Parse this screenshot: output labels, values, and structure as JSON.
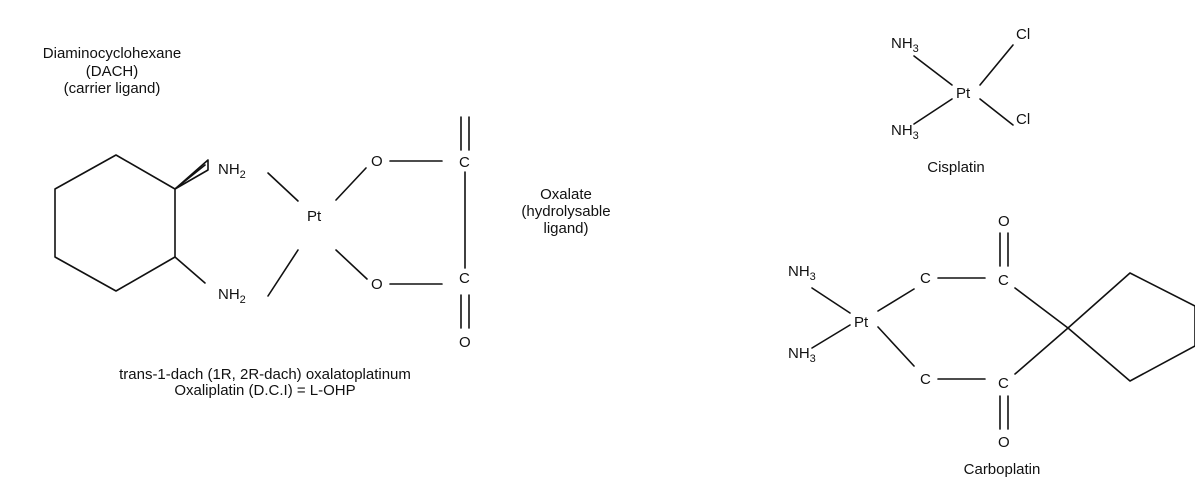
{
  "oxaliplatin": {
    "dach_label_line1": "Diaminocyclohexane",
    "dach_label_line2": "(DACH)",
    "dach_label_line3": "(carrier ligand)",
    "amine_top": "NH",
    "amine_bottom": "NH",
    "amine_sub": "2",
    "metal": "Pt",
    "oxygen_top": "O",
    "oxygen_bottom": "O",
    "carbon_top": "C",
    "carbon_bottom": "C",
    "carbonyl_oxygen": "O",
    "oxalate_line1": "Oxalate",
    "oxalate_line2": "(hydrolysable",
    "oxalate_line3": "ligand)",
    "caption_line1": "trans-1-dach (1R, 2R-dach) oxalatoplatinum",
    "caption_line2": "Oxaliplatin (D.C.I) = L-OHP"
  },
  "cisplatin": {
    "amine_top": "NH",
    "amine_bottom": "NH",
    "amine_sub": "3",
    "metal": "Pt",
    "chloride_top": "Cl",
    "chloride_bottom": "Cl",
    "caption": "Cisplatin"
  },
  "carboplatin": {
    "amine_top": "NH",
    "amine_bottom": "NH",
    "amine_sub": "3",
    "metal": "Pt",
    "carbon_1": "C",
    "carbon_2": "C",
    "carbon_3": "C",
    "carbon_4": "C",
    "oxygen_top": "O",
    "oxygen_bottom": "O",
    "caption": "Carboplatin"
  }
}
